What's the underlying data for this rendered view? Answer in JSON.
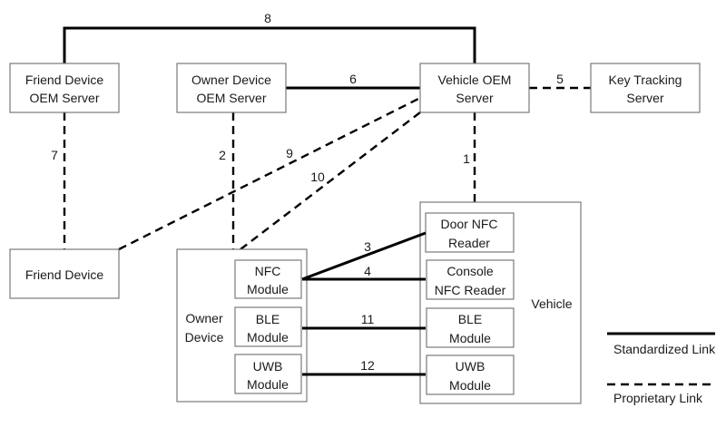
{
  "diagram": {
    "nodes": {
      "friend_oem": {
        "line1": "Friend Device",
        "line2": "OEM Server"
      },
      "owner_oem": {
        "line1": "Owner Device",
        "line2": "OEM Server"
      },
      "vehicle_oem": {
        "line1": "Vehicle OEM",
        "line2": "Server"
      },
      "key_tracking": {
        "line1": "Key Tracking",
        "line2": "Server"
      },
      "friend_device": {
        "label": "Friend Device"
      },
      "owner_device": {
        "line1": "Owner",
        "line2": "Device"
      },
      "owner_nfc": {
        "line1": "NFC",
        "line2": "Module"
      },
      "owner_ble": {
        "line1": "BLE",
        "line2": "Module"
      },
      "owner_uwb": {
        "line1": "UWB",
        "line2": "Module"
      },
      "vehicle": {
        "label": "Vehicle"
      },
      "door_nfc": {
        "line1": "Door NFC",
        "line2": "Reader"
      },
      "console_nfc": {
        "line1": "Console",
        "line2": "NFC Reader"
      },
      "vehicle_ble": {
        "line1": "BLE",
        "line2": "Module"
      },
      "vehicle_uwb": {
        "line1": "UWB",
        "line2": "Module"
      }
    },
    "links": [
      {
        "id": "1",
        "from": "Vehicle OEM Server",
        "to": "Vehicle",
        "type": "proprietary"
      },
      {
        "id": "2",
        "from": "Owner Device OEM Server",
        "to": "Owner Device",
        "type": "proprietary"
      },
      {
        "id": "3",
        "from": "NFC Module",
        "to": "Door NFC Reader",
        "type": "standardized"
      },
      {
        "id": "4",
        "from": "NFC Module",
        "to": "Console NFC Reader",
        "type": "standardized"
      },
      {
        "id": "5",
        "from": "Vehicle OEM Server",
        "to": "Key Tracking Server",
        "type": "proprietary"
      },
      {
        "id": "6",
        "from": "Owner Device OEM Server",
        "to": "Vehicle OEM Server",
        "type": "standardized"
      },
      {
        "id": "7",
        "from": "Friend Device OEM Server",
        "to": "Friend Device",
        "type": "proprietary"
      },
      {
        "id": "8",
        "from": "Friend Device OEM Server",
        "to": "Vehicle OEM Server",
        "type": "standardized"
      },
      {
        "id": "9",
        "from": "Vehicle OEM Server",
        "to": "Friend Device",
        "type": "proprietary"
      },
      {
        "id": "10",
        "from": "Vehicle OEM Server",
        "to": "Owner Device",
        "type": "proprietary"
      },
      {
        "id": "11",
        "from": "Owner BLE Module",
        "to": "Vehicle BLE Module",
        "type": "standardized"
      },
      {
        "id": "12",
        "from": "Owner UWB Module",
        "to": "Vehicle UWB Module",
        "type": "standardized"
      }
    ],
    "legend": {
      "standardized": "Standardized Link",
      "proprietary": "Proprietary Link"
    }
  }
}
